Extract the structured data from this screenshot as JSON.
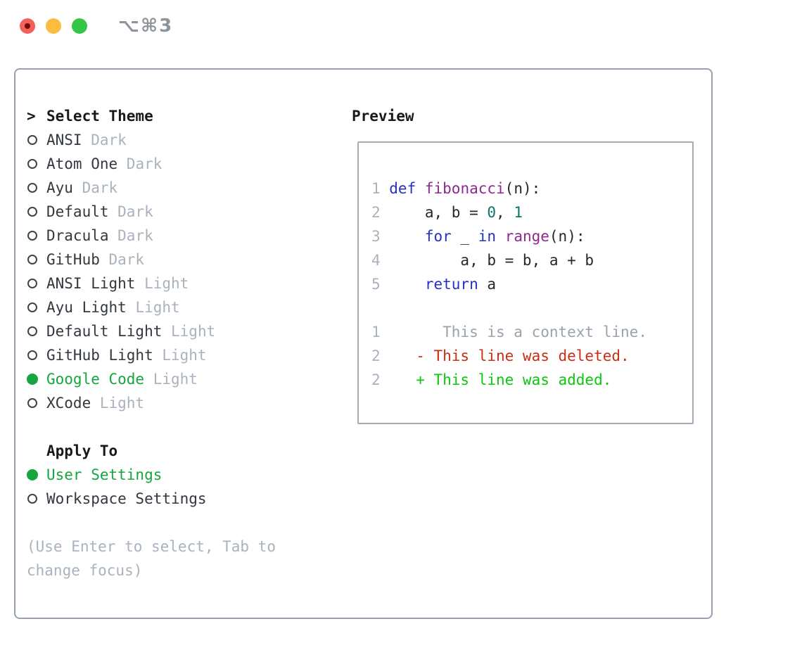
{
  "window": {
    "title": "⌥⌘3"
  },
  "theme_selector": {
    "header_marker": ">",
    "header": "Select Theme",
    "items": [
      {
        "name": "ANSI",
        "variant": "Dark",
        "selected": false
      },
      {
        "name": "Atom One",
        "variant": "Dark",
        "selected": false
      },
      {
        "name": "Ayu",
        "variant": "Dark",
        "selected": false
      },
      {
        "name": "Default",
        "variant": "Dark",
        "selected": false
      },
      {
        "name": "Dracula",
        "variant": "Dark",
        "selected": false
      },
      {
        "name": "GitHub",
        "variant": "Dark",
        "selected": false
      },
      {
        "name": "ANSI Light",
        "variant": "Light",
        "selected": false
      },
      {
        "name": "Ayu Light",
        "variant": "Light",
        "selected": false
      },
      {
        "name": "Default Light",
        "variant": "Light",
        "selected": false
      },
      {
        "name": "GitHub Light",
        "variant": "Light",
        "selected": false
      },
      {
        "name": "Google Code",
        "variant": "Light",
        "selected": true
      },
      {
        "name": "XCode",
        "variant": "Light",
        "selected": false
      }
    ],
    "apply_to": {
      "header": "Apply To",
      "options": [
        {
          "label": "User Settings",
          "selected": true
        },
        {
          "label": "Workspace Settings",
          "selected": false
        }
      ]
    },
    "hint": "(Use Enter to select, Tab to change focus)"
  },
  "preview": {
    "header": "Preview",
    "lines": [
      {
        "num": "1",
        "segments": [
          {
            "t": "def",
            "c": "keyword"
          },
          {
            "t": " ",
            "c": "plain"
          },
          {
            "t": "fibonacci",
            "c": "function"
          },
          {
            "t": "(n):",
            "c": "plain"
          }
        ]
      },
      {
        "num": "2",
        "segments": [
          {
            "t": "    a, b = ",
            "c": "plain"
          },
          {
            "t": "0",
            "c": "number"
          },
          {
            "t": ", ",
            "c": "plain"
          },
          {
            "t": "1",
            "c": "number"
          }
        ]
      },
      {
        "num": "3",
        "segments": [
          {
            "t": "    ",
            "c": "plain"
          },
          {
            "t": "for",
            "c": "keyword"
          },
          {
            "t": " _ ",
            "c": "plain"
          },
          {
            "t": "in",
            "c": "keyword"
          },
          {
            "t": " ",
            "c": "plain"
          },
          {
            "t": "range",
            "c": "function"
          },
          {
            "t": "(n):",
            "c": "plain"
          }
        ]
      },
      {
        "num": "4",
        "segments": [
          {
            "t": "        a, b = b, a + b",
            "c": "plain"
          }
        ]
      },
      {
        "num": "5",
        "segments": [
          {
            "t": "    ",
            "c": "plain"
          },
          {
            "t": "return",
            "c": "keyword"
          },
          {
            "t": " a",
            "c": "plain"
          }
        ]
      },
      {
        "num": null,
        "segments": []
      },
      {
        "num": "1",
        "segments": [
          {
            "t": "      This is a context line.",
            "c": "context"
          }
        ]
      },
      {
        "num": "2",
        "segments": [
          {
            "t": "   - This line was deleted.",
            "c": "deleted"
          }
        ]
      },
      {
        "num": "2",
        "segments": [
          {
            "t": "   + This line was added.",
            "c": "added"
          }
        ]
      }
    ]
  },
  "colors": {
    "accent_green": "#16a53e",
    "added_green": "#0dc70d",
    "deleted_red": "#c92e15",
    "keyword_blue": "#2531c4",
    "function_purple": "#8f2890",
    "number_teal": "#0b7467",
    "muted_gray": "#a9b2bd",
    "context_gray": "#9aa3ac",
    "text_dark": "#33383e",
    "heading_black": "#17191c",
    "border_gray": "#98a2ae",
    "traffic_red": "#f4615c",
    "traffic_yellow": "#fbbd40",
    "traffic_green": "#35c648",
    "title_gray": "#8d949b"
  }
}
